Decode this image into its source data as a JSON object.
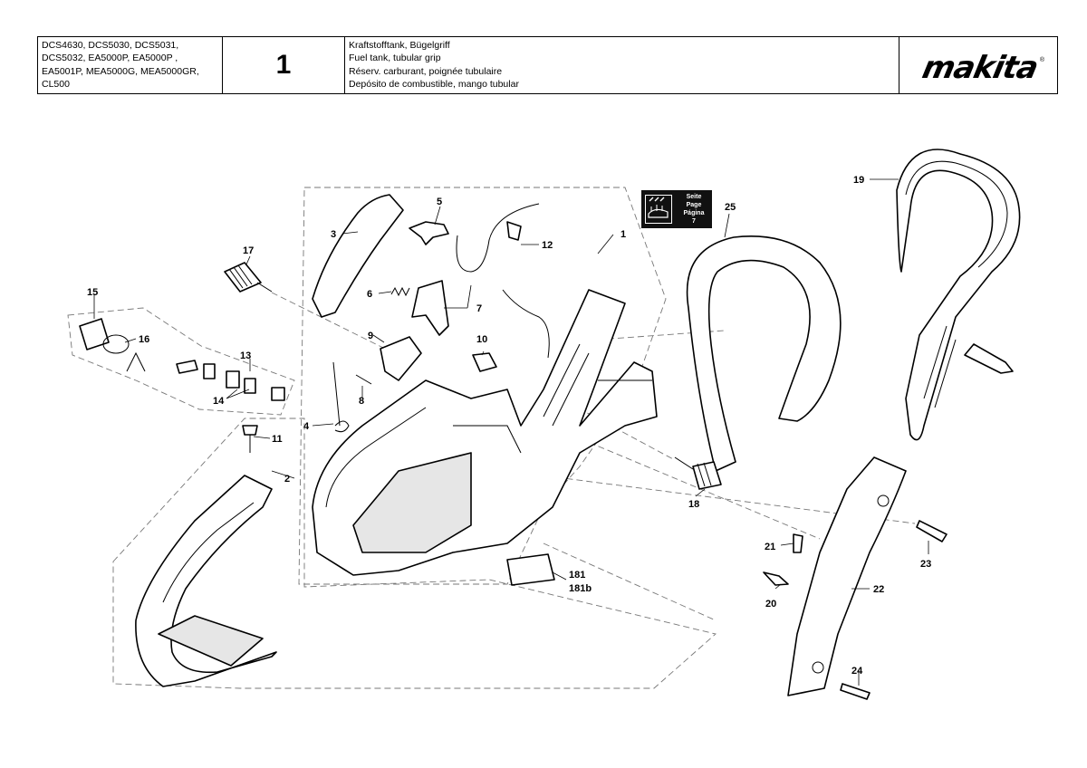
{
  "header": {
    "models": [
      "DCS4630, DCS5030, DCS5031,",
      "DCS5032, EA5000P, EA5000P ,",
      "EA5001P, MEA5000G, MEA5000GR,",
      "CL500"
    ],
    "page_number": "1",
    "titles": [
      "Kraftstofftank, Bügelgriff",
      "Fuel tank, tubular grip",
      "Réserv. carburant, poignée tubulaire",
      "Depósito de combustible, mango tubular"
    ],
    "brand": "makita",
    "brand_mark": "®"
  },
  "reference_box": {
    "lines": [
      "Seite",
      "Page",
      "Página",
      "7"
    ],
    "icon": "filter-symbol-icon"
  },
  "callouts": {
    "c1": "1",
    "c2": "2",
    "c3": "3",
    "c4": "4",
    "c5": "5",
    "c6": "6",
    "c7": "7",
    "c8": "8",
    "c9": "9",
    "c10": "10",
    "c11": "11",
    "c12": "12",
    "c13": "13",
    "c14": "14",
    "c15": "15",
    "c16": "16",
    "c17": "17",
    "c18": "18",
    "c19": "19",
    "c20": "20",
    "c21": "21",
    "c22": "22",
    "c23": "23",
    "c24": "24",
    "c25": "25",
    "c181": "181",
    "c181b": "181b"
  }
}
